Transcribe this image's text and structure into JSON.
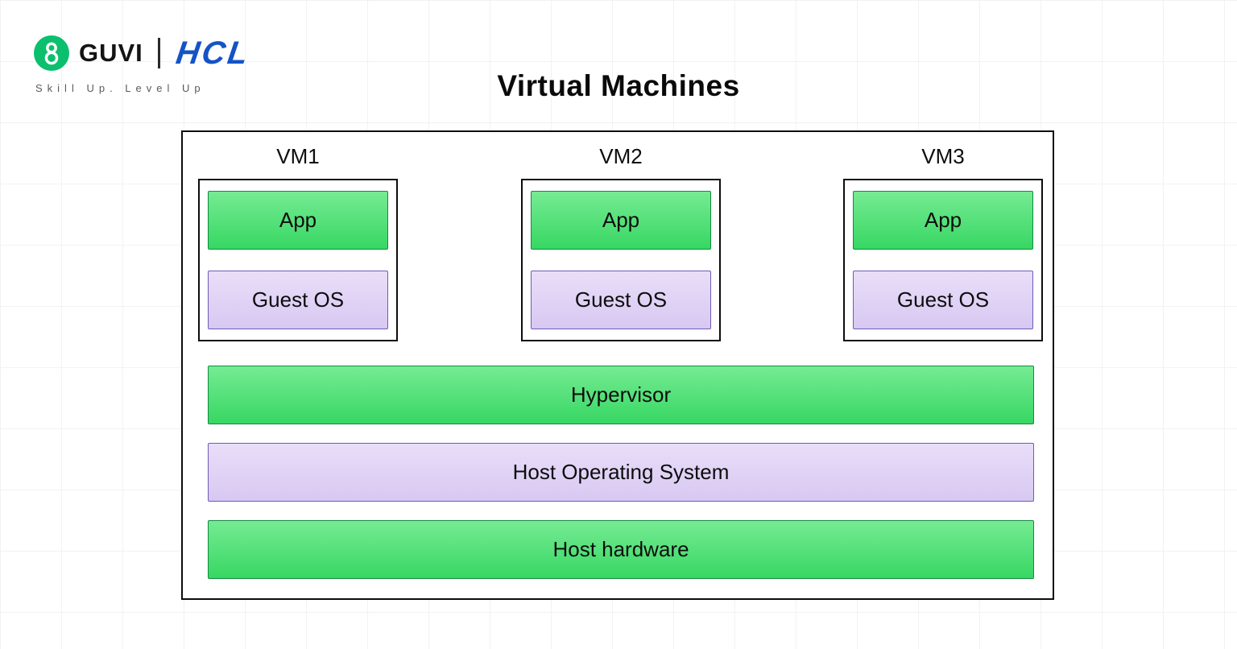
{
  "header": {
    "brand_guvi": "GUVI",
    "brand_hcl": "HCL",
    "tagline": "Skill Up. Level Up"
  },
  "title": "Virtual Machines",
  "diagram": {
    "vms": [
      {
        "label": "VM1",
        "app": "App",
        "guest_os": "Guest OS"
      },
      {
        "label": "VM2",
        "app": "App",
        "guest_os": "Guest OS"
      },
      {
        "label": "VM3",
        "app": "App",
        "guest_os": "Guest OS"
      }
    ],
    "layers": [
      {
        "label": "Hypervisor",
        "color": "green"
      },
      {
        "label": "Host Operating System",
        "color": "purple"
      },
      {
        "label": "Host hardware",
        "color": "green"
      }
    ]
  },
  "colors": {
    "green_top": "#76eb93",
    "green_bottom": "#37d763",
    "purple_top": "#e9def9",
    "purple_bottom": "#d8c8f2",
    "hcl_blue": "#1553c6",
    "guvi_green": "#0bbf6e",
    "border_dark": "#0d0d0d"
  }
}
